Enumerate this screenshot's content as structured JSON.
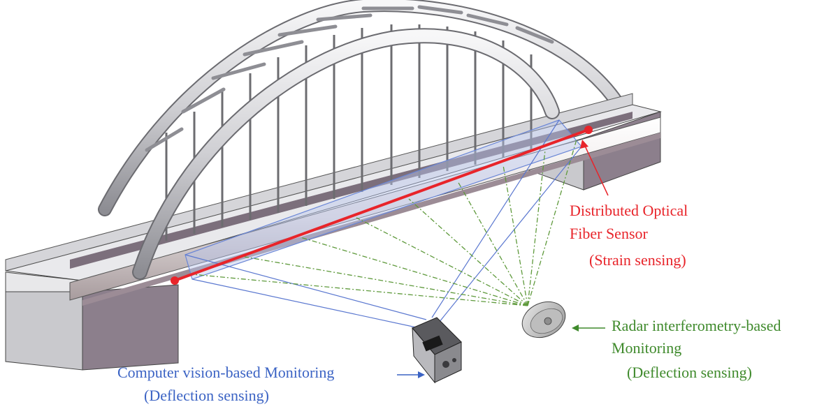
{
  "labels": {
    "fiber_line1": "Distributed Optical",
    "fiber_line2": "Fiber Sensor",
    "fiber_line3": "(Strain sensing)",
    "radar_line1": "Radar interferometry-based",
    "radar_line2": "Monitoring",
    "radar_line3": "(Deflection sensing)",
    "vision_line1": "Computer vision-based Monitoring",
    "vision_line2": "(Deflection sensing)"
  },
  "colors": {
    "fiber": "#e8242a",
    "radar": "#3f8a2c",
    "vision": "#3b63c4",
    "structure": "#d9d9dc",
    "shadow": "#8a7f8e"
  }
}
